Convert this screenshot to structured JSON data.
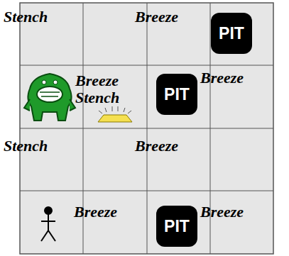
{
  "diagram": {
    "nodes": [
      {
        "text": [
          "PIT"
        ]
      },
      {
        "text": [
          "PIT"
        ]
      },
      {
        "text": [
          "PIT"
        ]
      }
    ],
    "labels": [
      "Stench",
      "Breeze",
      "Breeze",
      "Breeze",
      "Stench",
      "Stench",
      "Breeze",
      "Breeze",
      "Breeze"
    ]
  }
}
